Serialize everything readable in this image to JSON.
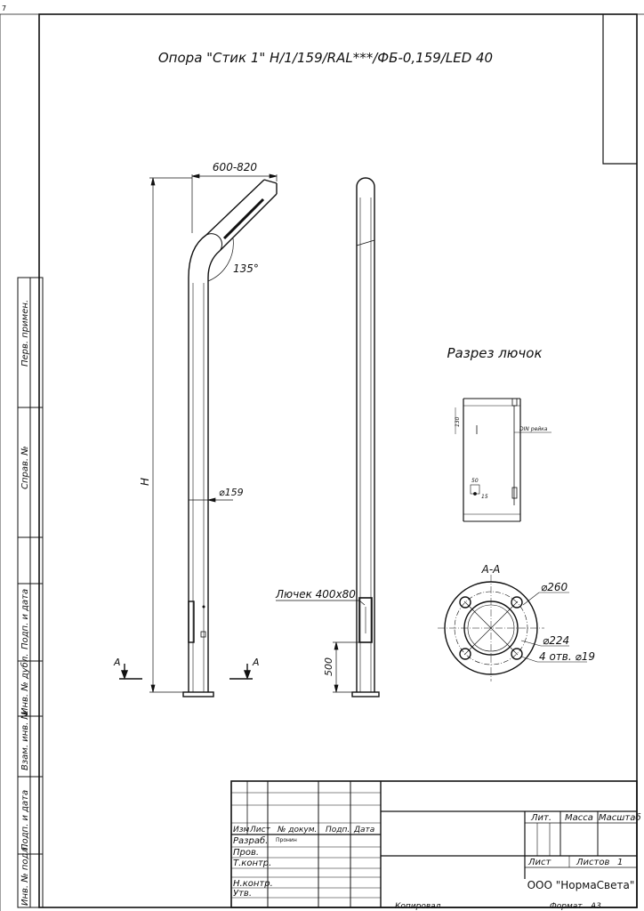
{
  "corner_mark": "7",
  "title": "Опора \"Стик 1\" Н/1/159/RAL***/ФБ-0,159/LED 40",
  "side_stamp": [
    "Перв. примен.",
    "Справ. №",
    "Подп. и дата",
    "Инв. № дубл.",
    "Взам. инв. №",
    "Подп. и дата",
    "Инв. № подл."
  ],
  "pole": {
    "arm_width_label": "600-820",
    "angle_label": "135°",
    "height_label": "Н",
    "diameter_label": "⌀159",
    "section_mark": "А"
  },
  "side_view": {
    "hatch_label": "Лючек 400х80",
    "hatch_height_label": "500"
  },
  "hatch_section": {
    "title": "Разрез лючок",
    "dim_130": "130",
    "din_label": "DIN рейка",
    "dim_50": "50",
    "dim_15": "15"
  },
  "flange": {
    "title": "А-А",
    "outer_label": "⌀260",
    "bolt_circle_label": "⌀224",
    "holes_label": "4 отв. ⌀19"
  },
  "title_block": {
    "header": [
      "Изм",
      "Лист",
      "№ докум.",
      "Подп.",
      "Дата"
    ],
    "rows": [
      "Разраб.",
      "Пров.",
      "Т.контр.",
      "Н.контр.",
      "Утв."
    ],
    "developer_name": "Пронин",
    "lit": "Лит.",
    "massa": "Масса",
    "masshtab": "Масштаб",
    "list": "Лист",
    "listov": "Листов",
    "listov_value": "1",
    "company": "ООО \"НормаСвета\"",
    "copied": "Копировал",
    "format": "Формат",
    "format_value": "А3"
  }
}
